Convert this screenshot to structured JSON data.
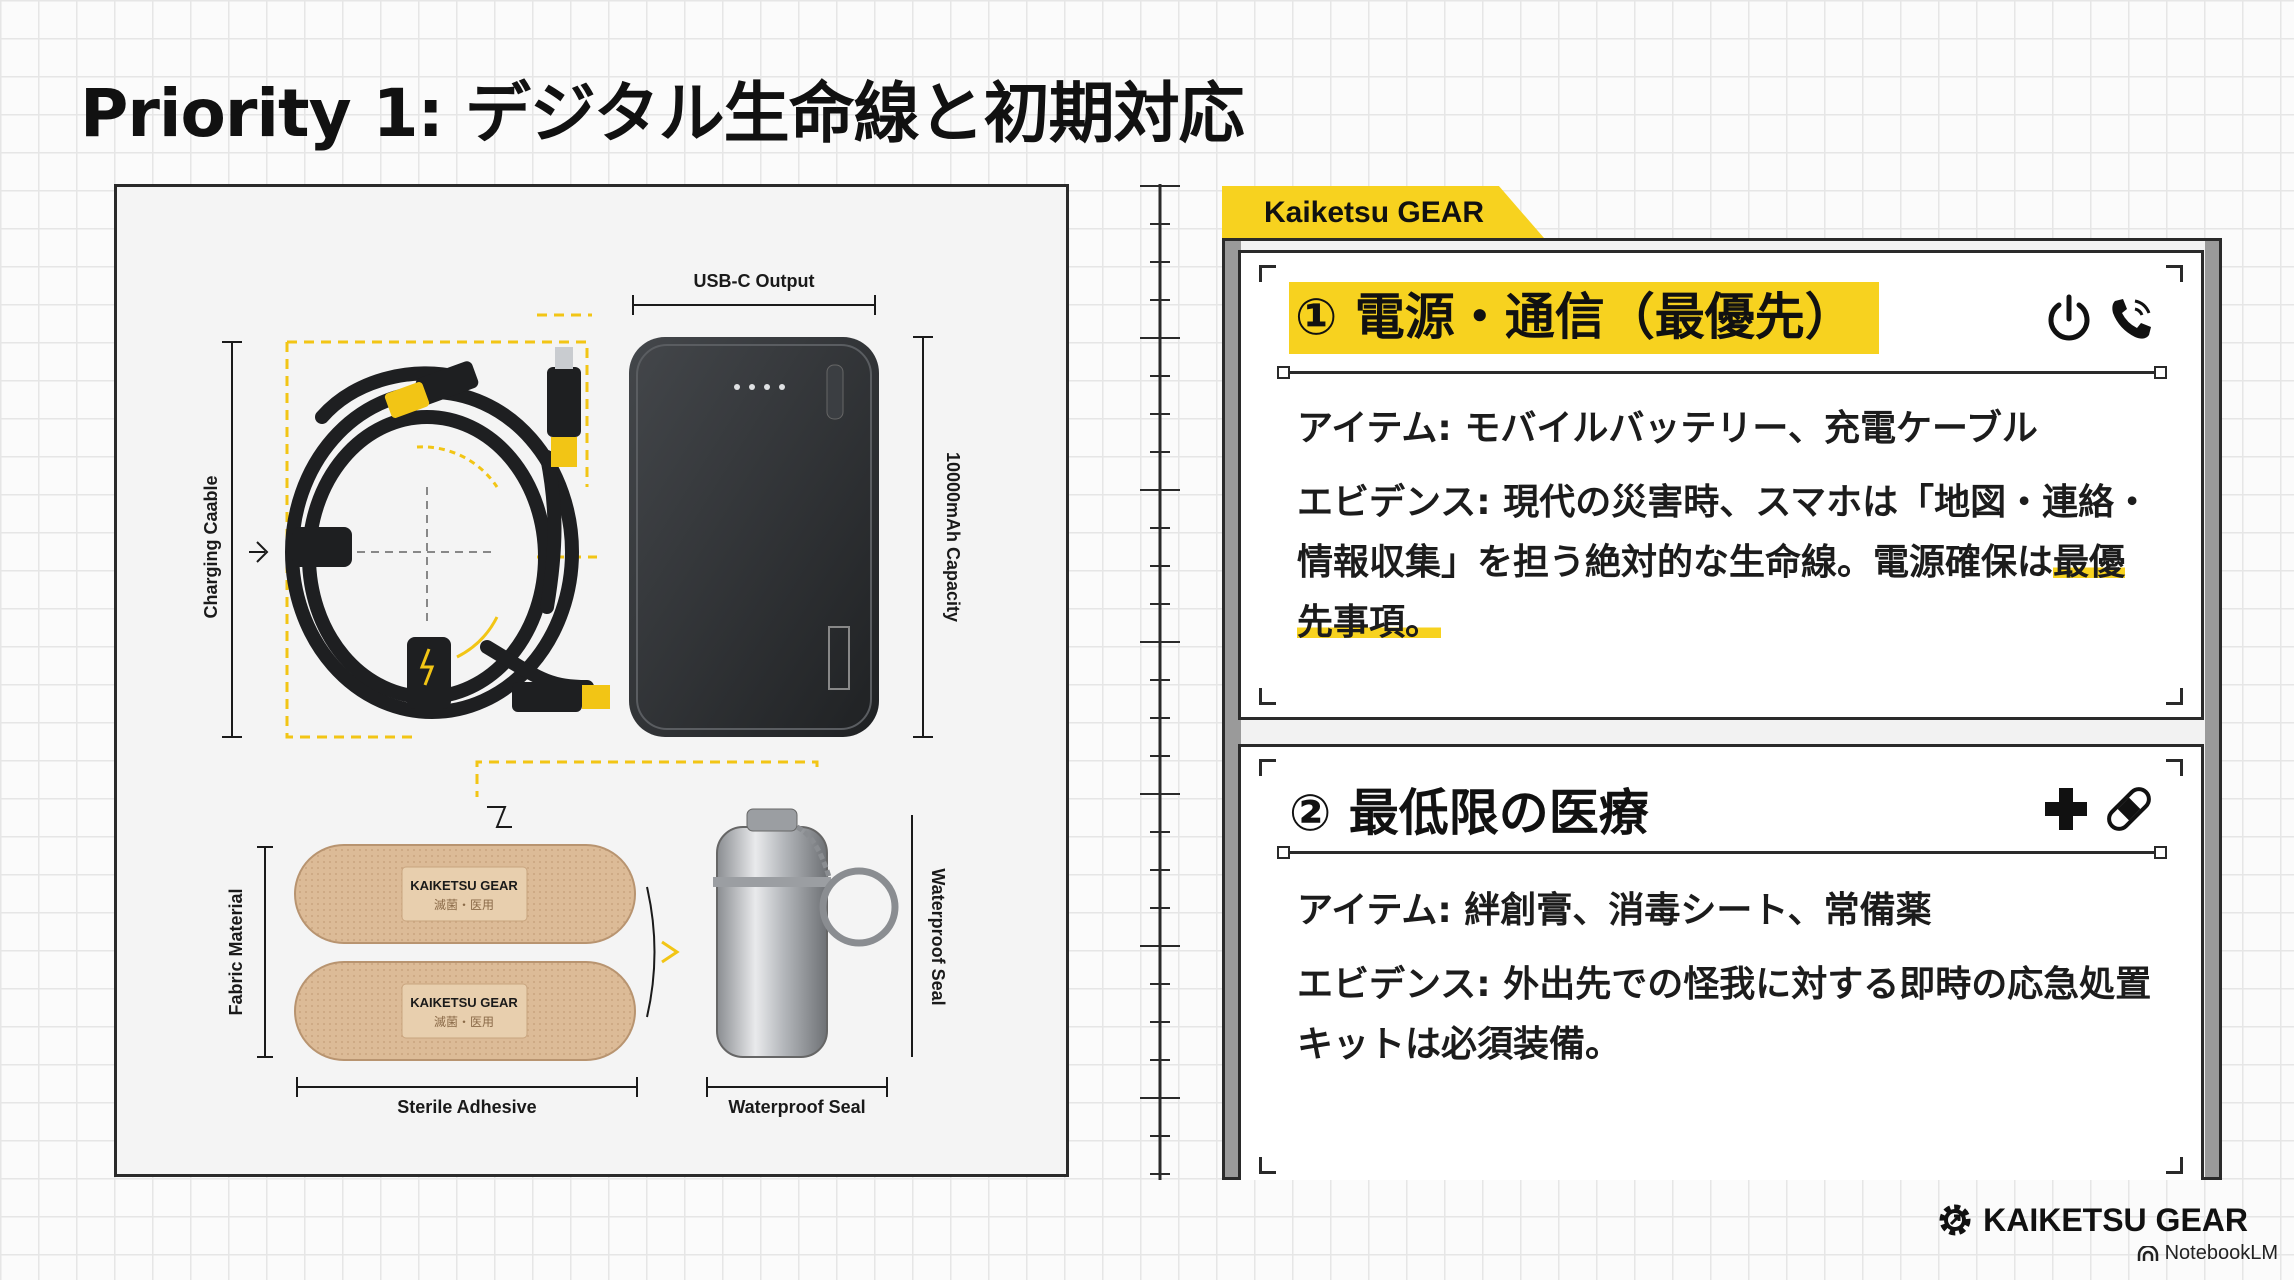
{
  "title": "Priority 1: デジタル生命線と初期対応",
  "illustration": {
    "labels": {
      "usb_c_output": "USB-C Output",
      "charging_cable": "Charging Caable",
      "capacity": "10000mAh Capacity",
      "fabric_material": "Fabric Material",
      "sterile_adhesive": "Sterile Adhesive",
      "waterproof_seal_side": "Waterproof Seal",
      "waterproof_seal_bottom": "Waterproof Seal",
      "bandage_print": "KAIKETSU GEAR",
      "bandage_sub": "滅菌・医用"
    }
  },
  "panel": {
    "tab_label": "Kaiketsu GEAR",
    "cards": [
      {
        "heading": "① 電源・通信（最優先）",
        "icons": [
          "power-icon",
          "phone-icon"
        ],
        "items_label": "アイテム:",
        "items": "モバイルバッテリー、充電ケーブル",
        "evidence_label": "エビデンス:",
        "evidence_pre": "現代の災害時、スマホは「地図・連絡・情報収集」を担う絶対的な生命線。電源確保は",
        "evidence_mark": "最優先事項。"
      },
      {
        "heading": "② 最低限の医療",
        "icons": [
          "plus-icon",
          "bandage-icon"
        ],
        "items_label": "アイテム:",
        "items": "絆創膏、消毒シート、常備薬",
        "evidence_label": "エビデンス:",
        "evidence": "外出先での怪我に対する即時の応急処置キットは必須装備。"
      }
    ]
  },
  "branding": {
    "name": "KAIKETSU GEAR",
    "notebook": "NotebookLM"
  },
  "colors": {
    "accent": "#f7d21f",
    "ink": "#1a1a1a",
    "bandage": "#d9b893",
    "battery": "#2e3033"
  }
}
